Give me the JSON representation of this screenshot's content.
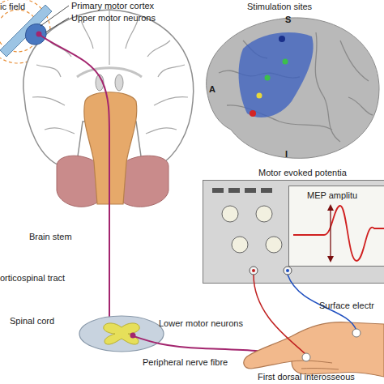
{
  "diagram": {
    "nodes": [
      {
        "text": [
          "Motor evoked potentia"
        ]
      },
      {
        "text": [
          "MEP amplitu"
        ],
        "in": 0
      }
    ],
    "labels": [
      "ic field",
      "Primary motor cortex",
      "Upper motor neurons",
      "Stimulation sites",
      "S",
      "A",
      "I",
      "Brain stem",
      "orticospinal tract",
      "Spinal cord",
      "Lower motor neurons",
      "Peripheral nerve fibre",
      "Surface electr",
      "First dorsal interosseous"
    ]
  }
}
